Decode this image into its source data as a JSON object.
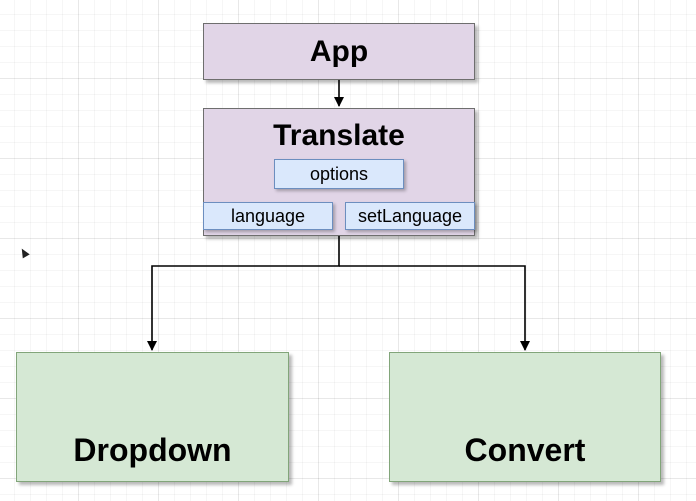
{
  "nodes": {
    "app": {
      "label": "App"
    },
    "translate": {
      "label": "Translate",
      "options_label": "options",
      "language_label": "language",
      "set_language_label": "setLanguage"
    },
    "dropdown": {
      "label": "Dropdown"
    },
    "convert": {
      "label": "Convert"
    }
  },
  "colors": {
    "parent_fill": "#e1d5e7",
    "prop_fill": "#dae8fc",
    "child_fill": "#d5e8d4",
    "connector": "#000000"
  }
}
